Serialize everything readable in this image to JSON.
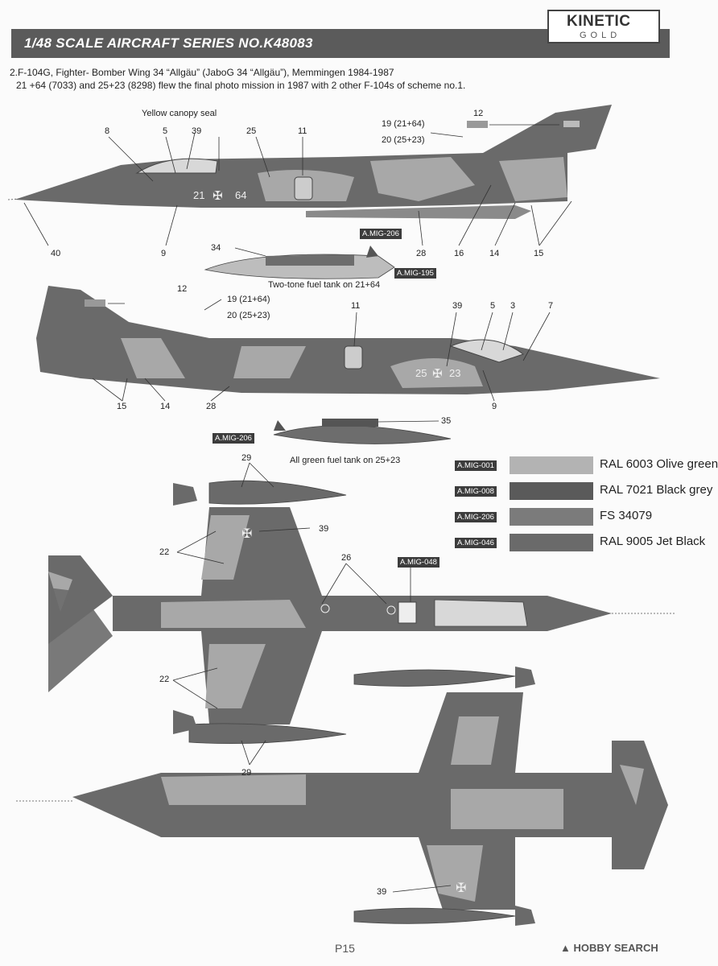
{
  "header": {
    "title": "1/48 SCALE  AIRCRAFT  SERIES NO.K48083",
    "logo_main": "KINETIC",
    "logo_sub": "GOLD"
  },
  "description": {
    "line1": "2.F-104G, Fighter- Bomber Wing 34 “Allgäu” (JaboG 34 “Allgäu”), Memmingen 1984-1987",
    "line2": "21 +64 (7033) and 25+23 (8298) flew the final photo mission in 1987 with 2 other F-104s of scheme no.1."
  },
  "top_view": {
    "canopy_note": "Yellow canopy seal",
    "callouts": [
      "8",
      "5",
      "39",
      "25",
      "11",
      "40",
      "9",
      "28",
      "16",
      "14",
      "15"
    ],
    "serial_labels": [
      "19 (21+64)",
      "20 (25+23)"
    ],
    "decal_12": "12",
    "tank_callout": "34",
    "tank_tags": [
      "A.MIG-206",
      "A.MIG-195"
    ],
    "tank_caption": "Two-tone fuel tank on 21+64",
    "fuselage_code": "21",
    "fuselage_code_b": "64"
  },
  "middle_view": {
    "decal_12": "12",
    "serial_labels": [
      "19 (21+64)",
      "20 (25+23)"
    ],
    "callouts": [
      "11",
      "39",
      "5",
      "3",
      "7",
      "15",
      "14",
      "28",
      "9",
      "35"
    ],
    "fuselage_code": "25",
    "fuselage_code_b": "23",
    "tank_tag": "A.MIG-206",
    "tank_caption": "All green fuel tank on 25+23"
  },
  "plan_views": {
    "callouts": [
      "29",
      "39",
      "22",
      "26",
      "22",
      "29",
      "39"
    ],
    "tag": "A.MIG-048"
  },
  "legend": [
    {
      "code": "A.MIG-001",
      "name": "RAL 6003 Olive green",
      "color": "#b3b3b3"
    },
    {
      "code": "A.MIG-008",
      "name": "RAL 7021 Black grey",
      "color": "#5a5a5a"
    },
    {
      "code": "A.MIG-206",
      "name": "FS 34079",
      "color": "#7b7b7b"
    },
    {
      "code": "A.MIG-046",
      "name": "RAL 9005 Jet Black",
      "color": "#6a6a6a"
    }
  ],
  "footer": {
    "page": "P15",
    "brand": "HOBBY SEARCH"
  },
  "colors": {
    "dark": "#5e5e5e",
    "light": "#adadad",
    "mid": "#8a8a8a"
  }
}
